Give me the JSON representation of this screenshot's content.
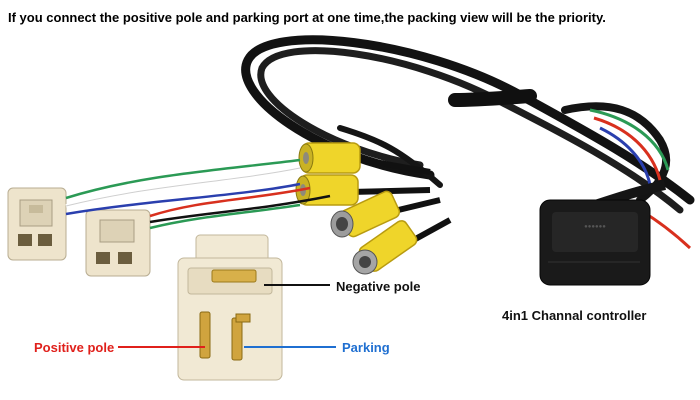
{
  "headline": "If you connect the positive pole and parking port at one time,the packing view will be the priority.",
  "labels": {
    "negative": "Negative pole",
    "positive": "Positive pole",
    "parking": "Parking",
    "controller": "4in1 Channal controller"
  },
  "colors": {
    "positive": "#e0201b",
    "parking": "#1f6fd1",
    "negative": "#111111",
    "cable": "#121212",
    "connector_yellow": "#efd52a",
    "plug_body": "#eee4cc",
    "wire_green": "#2b9a55",
    "wire_red": "#d8301e",
    "wire_blue": "#2a3fae"
  }
}
